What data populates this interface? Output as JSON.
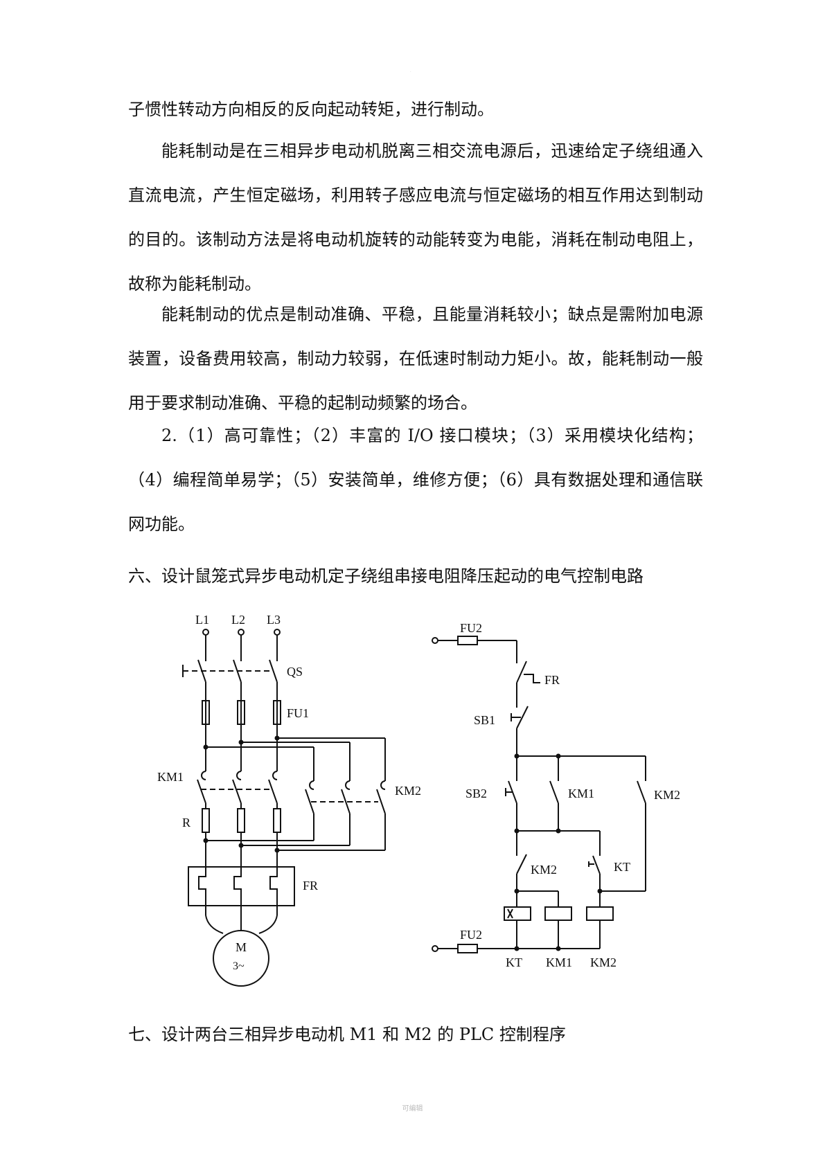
{
  "document": {
    "top_mark": ".",
    "paragraphs": [
      "子惯性转动方向相反的反向起动转矩，进行制动。",
      "能耗制动是在三相异步电动机脱离三相交流电源后，迅速给定子绕组通入直流电流，产生恒定磁场，利用转子感应电流与恒定磁场的相互作用达到制动的目的。该制动方法是将电动机旋转的动能转变为电能，消耗在制动电阻上，故称为能耗制动。",
      "能耗制动的优点是制动准确、平稳，且能量消耗较小；缺点是需附加电源装置，设备费用较高，制动力较弱，在低速时制动力矩小。故，能耗制动一般用于要求制动准确、平稳的起制动频繁的场合。",
      "2.（1）高可靠性；（2）丰富的 I/O 接口模块；（3）采用模块化结构；（4）编程简单易学；（5）安装简单，维修方便；（6）具有数据处理和通信联网功能。"
    ],
    "section6_heading": "六、设计鼠笼式异步电动机定子绕组串接电阻降压起动的电气控制电路",
    "section7_heading": "七、设计两台三相异步电动机 M1   和 M2   的 PLC  控制程序",
    "footer": "可编辑"
  },
  "diagram": {
    "main_circuit": {
      "lines": [
        "L1",
        "L2",
        "L3"
      ],
      "switch": "QS",
      "fuse": "FU1",
      "contactor1": "KM1",
      "contactor2": "KM2",
      "resistor": "R",
      "overload": "FR",
      "motor_name": "M",
      "motor_type": "3~"
    },
    "control_circuit": {
      "fuse_top": "FU2",
      "fuse_bottom": "FU2",
      "overload_contact": "FR",
      "stop_button": "SB1",
      "start_button": "SB2",
      "km1_contact": "KM1",
      "km2_contact": "KM2",
      "km2_nc_contact": "KM2",
      "timer_contact": "KT",
      "coil_labels": [
        "KT",
        "KM1",
        "KM2"
      ]
    }
  }
}
